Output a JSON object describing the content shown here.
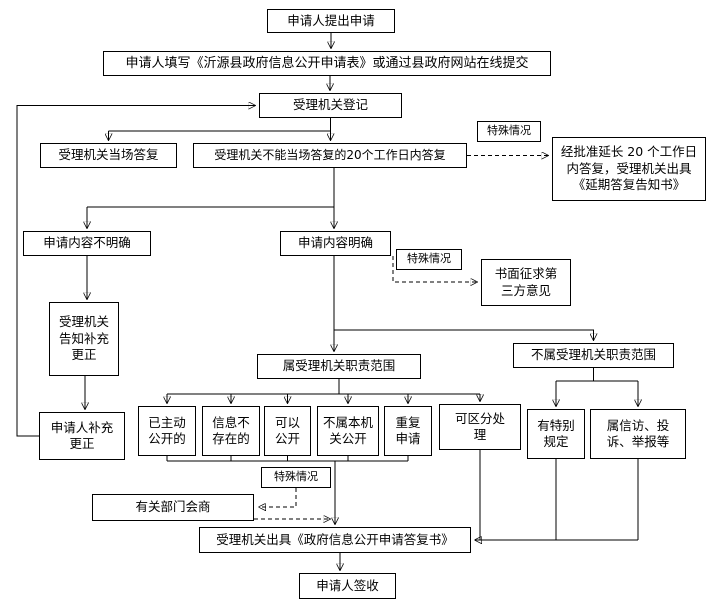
{
  "nodes": {
    "apply": "申请人提出申请",
    "fill": "申请人填写《沂源县政府信息公开申请表》或通过县政府网站在线提交",
    "register": "受理机关登记",
    "onspot": "受理机关当场答复",
    "delay20": "受理机关不能当场答复的20个工作日内答复",
    "special1": "特殊情况",
    "extend": "经批准延长 20 个工作日内答复，受理机关出具《延期答复告知书》",
    "unclear": "申请内容不明确",
    "clear": "申请内容明确",
    "special2": "特殊情况",
    "thirdparty": "书面征求第三方意见",
    "notify": "受理机关告知补充更正",
    "scope": "属受理机关职责范围",
    "notscope": "不属受理机关职责范围",
    "supplement": "申请人补充更正",
    "a1": "已主动公开的",
    "a2": "信息不存在的",
    "a3": "可以公开",
    "a4": "不属本机关公开",
    "a5": "重复申请",
    "a6": "可区分处理",
    "b1": "有特别规定",
    "b2": "属信访、投诉、举报等",
    "special3": "特殊情况",
    "consult": "有关部门会商",
    "reply": "受理机关出具《政府信息公开申请答复书》",
    "sign": "申请人签收"
  },
  "colors": {
    "line": "#000000",
    "box_border": "#000000",
    "box_bg": "#ffffff",
    "page_bg": "#ffffff"
  }
}
